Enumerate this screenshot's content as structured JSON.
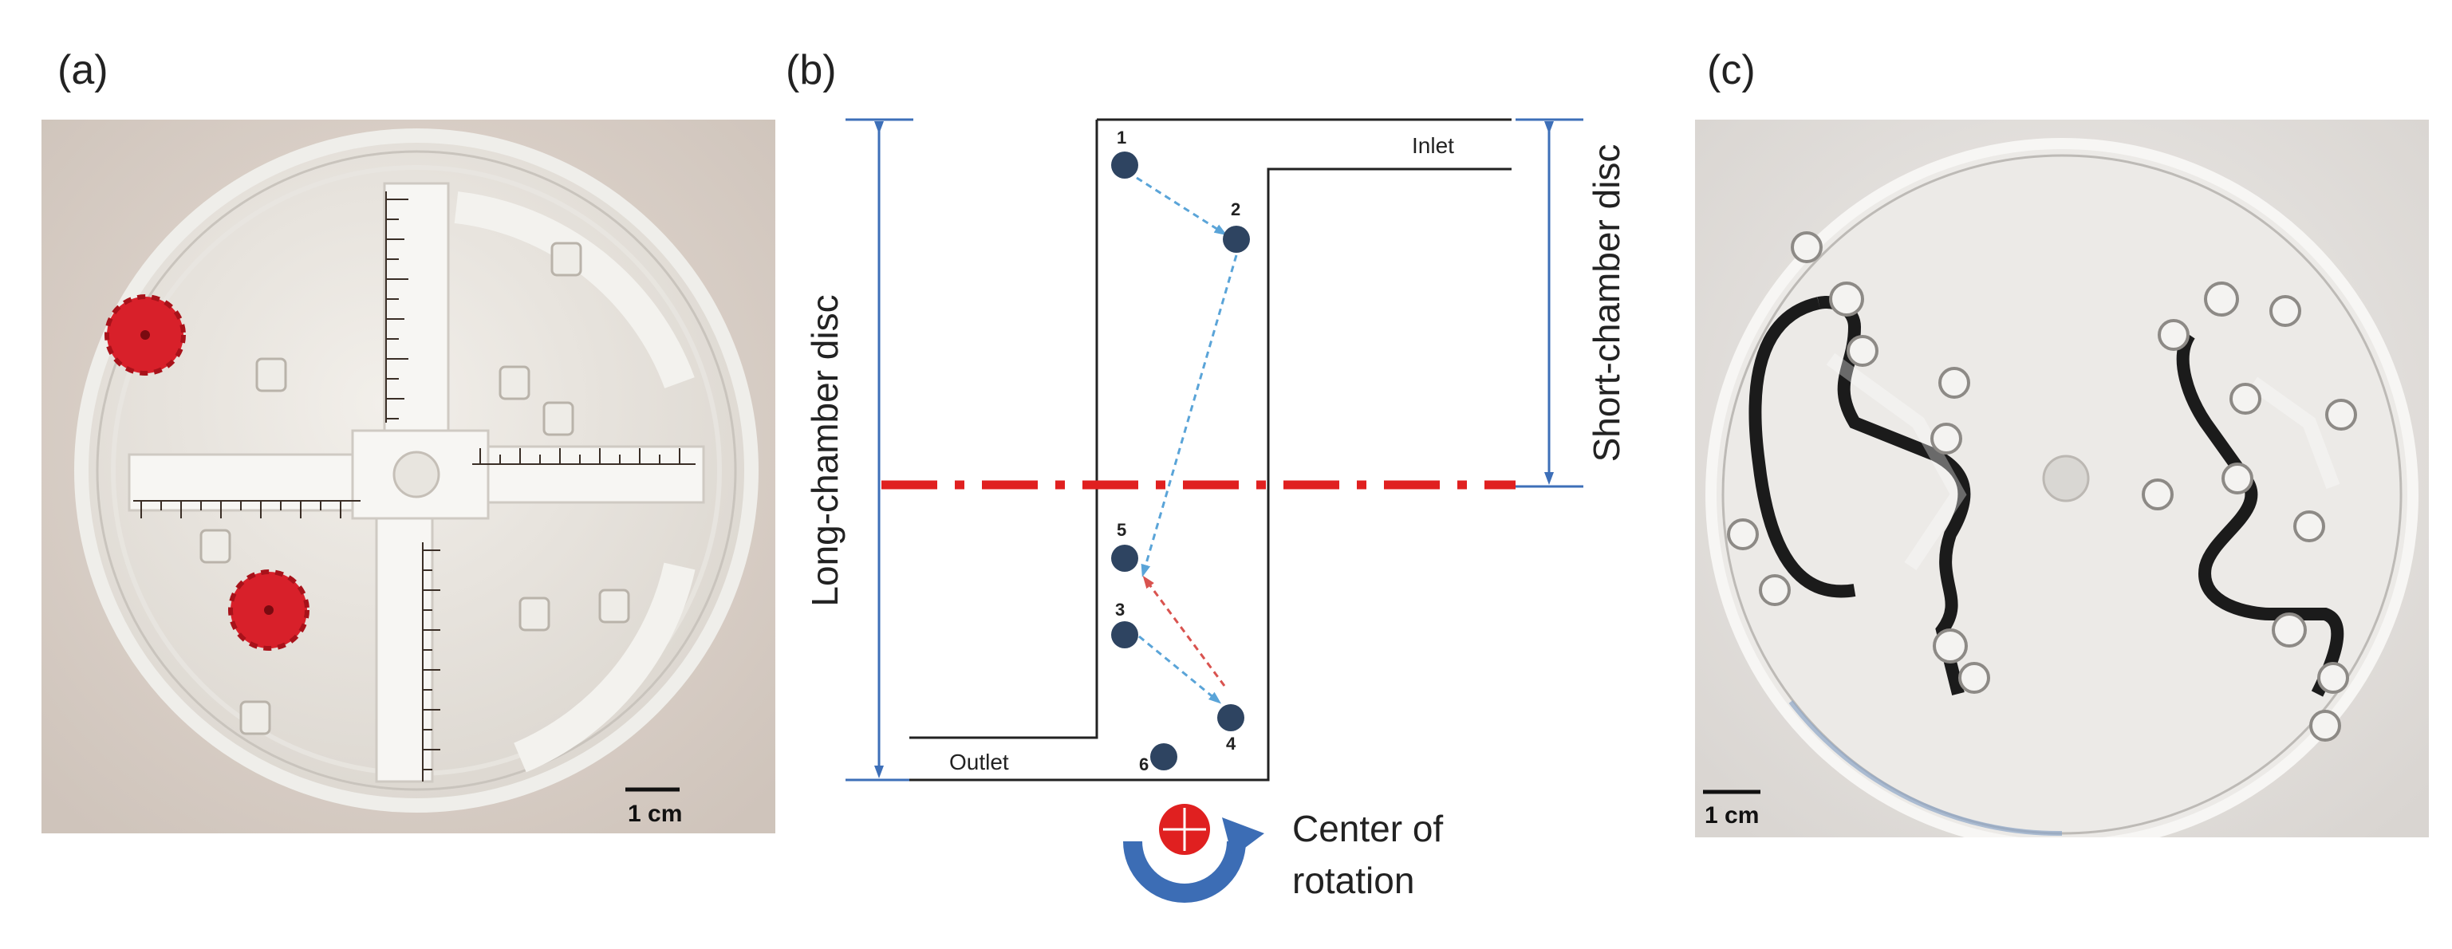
{
  "panels": {
    "a": {
      "label": "(a)",
      "scale_label": "1 cm"
    },
    "b": {
      "label": "(b)",
      "long_label": "Long-chamber disc",
      "short_label": "Short-chamber disc",
      "inlet": "Inlet",
      "outlet": "Outlet",
      "points": [
        "1",
        "2",
        "3",
        "4",
        "5",
        "6"
      ],
      "rotation_label_line1": "Center of",
      "rotation_label_line2": "rotation"
    },
    "c": {
      "label": "(c)",
      "scale_label": "1 cm"
    }
  },
  "colors": {
    "particle": "#2e4461",
    "dimension_arrow": "#3d6fb8",
    "trajectory_blue": "#5aa4d8",
    "trajectory_red": "#d9534f",
    "center_line": "#e02020",
    "rotation_arrow": "#3c6db5",
    "cap_red": "#d8202a"
  }
}
